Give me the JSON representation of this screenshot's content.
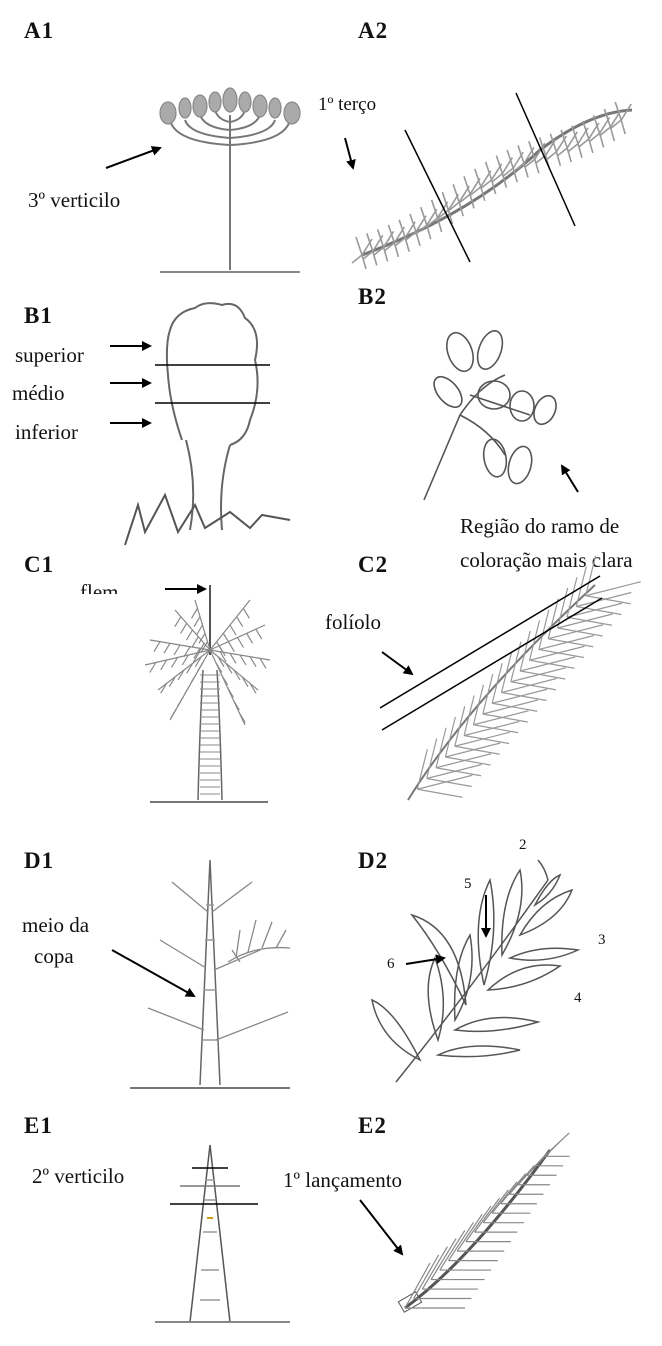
{
  "panels": [
    {
      "id": "A1",
      "label": "A1",
      "annotations": [
        "3º verticilo"
      ]
    },
    {
      "id": "A2",
      "label": "A2",
      "annotations": [
        "1º terço"
      ]
    },
    {
      "id": "B1",
      "label": "B1",
      "annotations": [
        "superior",
        "médio",
        "inferior"
      ]
    },
    {
      "id": "B2",
      "label": "B2",
      "annotations": [
        "Região do ramo de",
        "coloração mais clara"
      ]
    },
    {
      "id": "C1",
      "label": "C1",
      "annotations": [
        "flem"
      ]
    },
    {
      "id": "C2",
      "label": "C2",
      "annotations": [
        "folíolo"
      ]
    },
    {
      "id": "D1",
      "label": "D1",
      "annotations": [
        "meio da",
        "copa"
      ]
    },
    {
      "id": "D2",
      "label": "D2",
      "annotations": [
        "2",
        "3",
        "4",
        "5",
        "6"
      ]
    },
    {
      "id": "E1",
      "label": "E1",
      "annotations": [
        "2º verticilo"
      ]
    },
    {
      "id": "E2",
      "label": "E2",
      "annotations": [
        "1º lançamento"
      ]
    }
  ]
}
